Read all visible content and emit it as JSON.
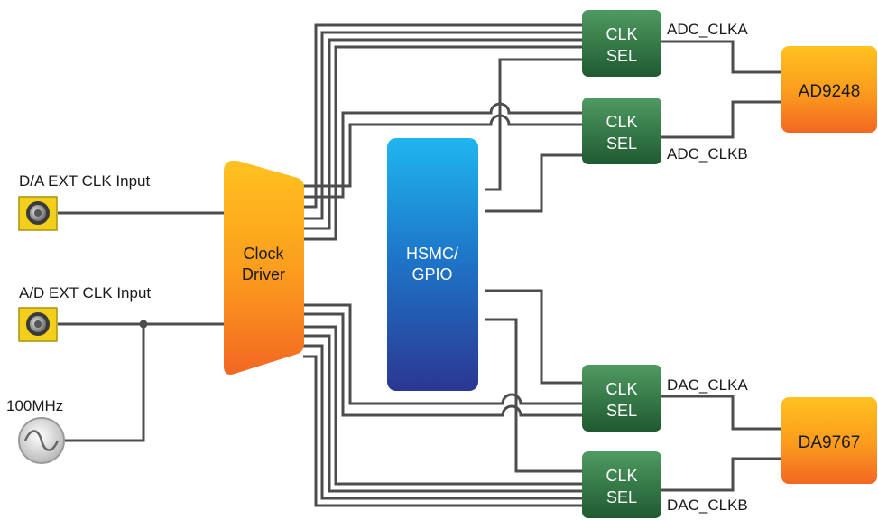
{
  "inputs": {
    "da_ext_clk": "D/A EXT CLK Input",
    "ad_ext_clk": "A/D EXT CLK Input",
    "oscillator": "100MHz"
  },
  "blocks": {
    "clock_driver_line1": "Clock",
    "clock_driver_line2": "Driver",
    "hsmc_line1": "HSMC/",
    "hsmc_line2": "GPIO",
    "clk_sel_line1": "CLK",
    "clk_sel_line2": "SEL",
    "adc_chip": "AD9248",
    "dac_chip": "DA9767"
  },
  "signals": {
    "adc_clka": "ADC_CLKA",
    "adc_clkb": "ADC_CLKB",
    "dac_clka": "DAC_CLKA",
    "dac_clkb": "DAC_CLKB"
  },
  "colors": {
    "wire": "#4d4d4d",
    "clk_sel_green": "#2e6b3f",
    "orange": "#f57b1f",
    "orange_light": "#ffb41e",
    "hsmc_blue_top": "#1fb4ee",
    "hsmc_blue_bottom": "#2a3a93",
    "connector_yellow": "#f2cf1a"
  }
}
